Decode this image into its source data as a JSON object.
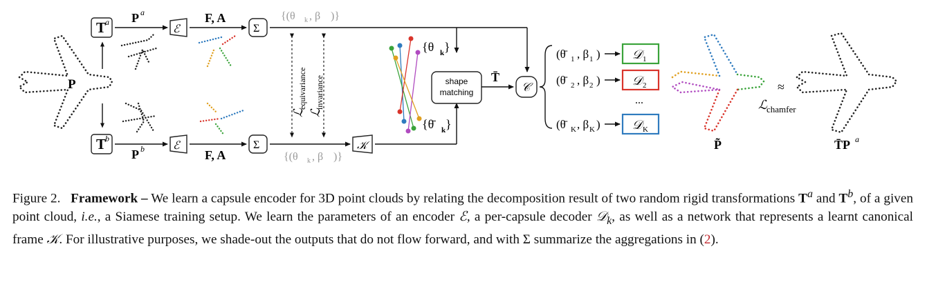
{
  "figure": {
    "t_a": "T",
    "t_a_sup": "a",
    "t_b": "T",
    "t_b_sup": "b",
    "p_a": "P",
    "p_a_sup": "a",
    "p_b": "P",
    "p_b_sup": "b",
    "p_center": "P",
    "encoder": "ℰ",
    "fa": "F, A",
    "sigma": "Σ",
    "theta_beta_top": "{(θ",
    "theta_beta_top_k": "k",
    "theta_beta_top_mid": ", β",
    "theta_beta_top_end": ")}",
    "loss_equivariance": "ℒ",
    "loss_equivariance_sub": "equivariance",
    "loss_invariance": "ℒ",
    "loss_invariance_sub": "invariance",
    "theta_k_top": "{θ",
    "theta_k_sub": "k",
    "theta_k_bot": "{θ̄",
    "canonical": "𝒦",
    "shape_matching_1": "shape",
    "shape_matching_2": "matching",
    "t_bar": "T̄",
    "c_box": "𝒞",
    "decoders": [
      {
        "theta": "(θ̄",
        "idx": "1",
        "beta": ", β",
        "close": ")",
        "d": "𝒟",
        "d_idx": "1",
        "color": "#3aa33a"
      },
      {
        "theta": "(θ̄",
        "idx": "2",
        "beta": ", β",
        "close": ")",
        "d": "𝒟",
        "d_idx": "2",
        "color": "#d9342b"
      },
      {
        "theta": "(θ̄",
        "idx": "K",
        "beta": ", β",
        "close": ")",
        "d": "𝒟",
        "d_idx": "K",
        "color": "#2f7bbf"
      }
    ],
    "ellipsis": "...",
    "approx": "≈",
    "chamfer": "ℒ",
    "chamfer_sub": "chamfer",
    "p_tilde": "P̃",
    "tp_a": "T̄P",
    "tp_a_sup": "a"
  },
  "caption": {
    "label": "Figure 2.",
    "title": "Framework –",
    "s1": " We learn a capsule encoder for 3D point clouds by relating the decomposition result of two random rigid transformations ",
    "m1": "T",
    "m1sup": "a",
    "s2": " and ",
    "m2": "T",
    "m2sup": "b",
    "s3": ", of a given point cloud, ",
    "ie": "i.e.",
    "s4": ", a Siamese training setup. We learn the parameters of an encoder ",
    "m3": "ℰ",
    "s5": ", a per-capsule decoder ",
    "m4": "𝒟",
    "m4sub": "k",
    "s6": ", as well as a network that represents a learnt canonical frame ",
    "m5": "𝒦",
    "s7": ". For illustrative purposes, we shade-out the outputs that do not flow forward, and with ",
    "m6": "Σ",
    "s8": " summarize the aggregations in (",
    "ref": "2",
    "s9": ")."
  }
}
